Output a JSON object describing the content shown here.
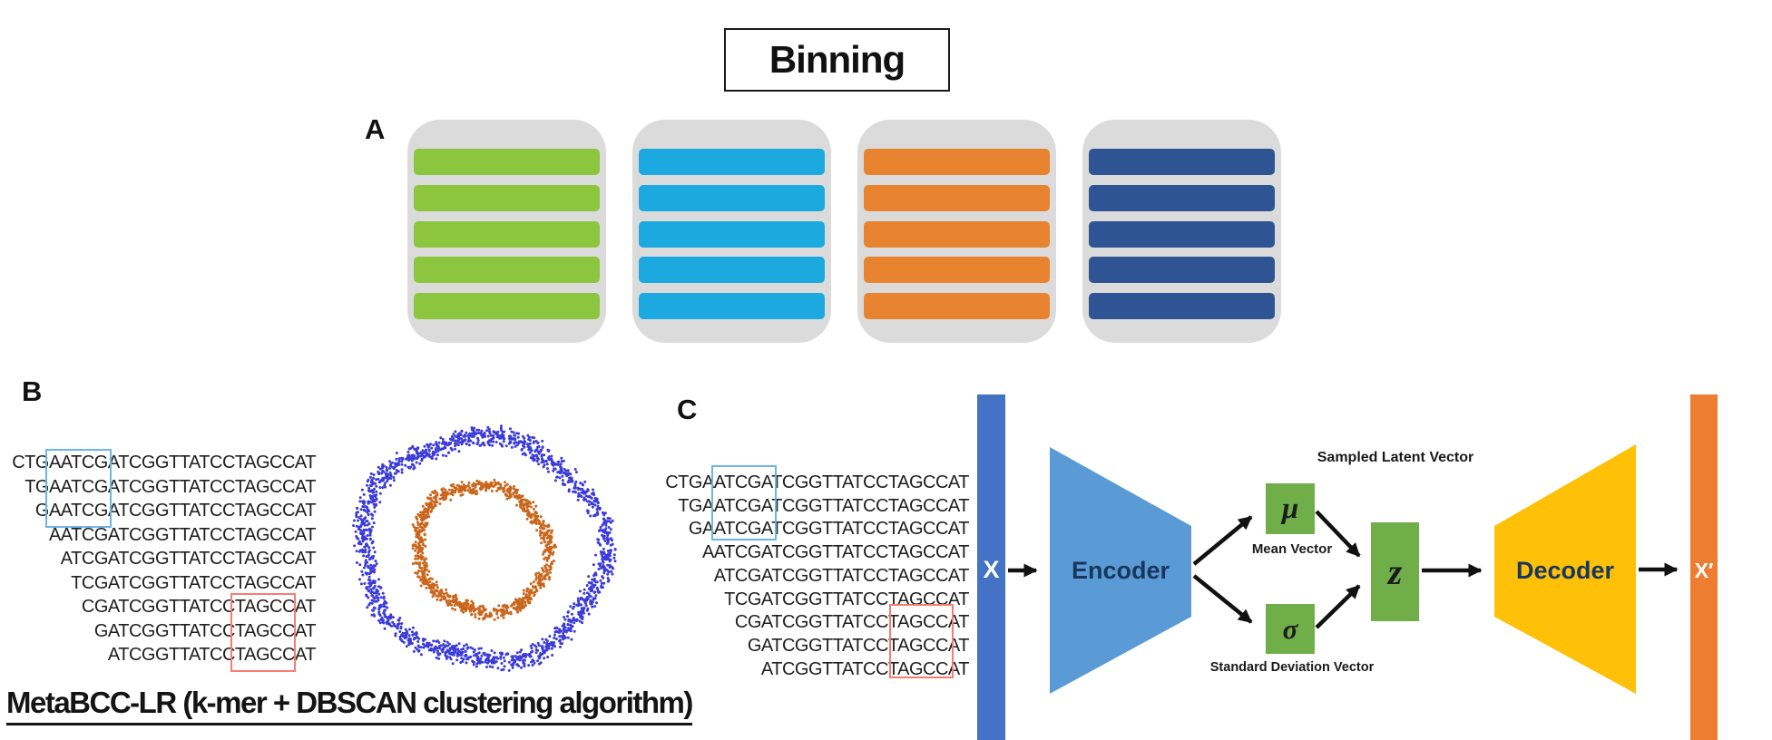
{
  "title": "Binning",
  "panel_a": {
    "label": "A",
    "bin_background": "#DBDBDB",
    "bars_per_bin": 5,
    "bins": [
      {
        "name": "green-bin",
        "bar_color": "#8CC63E"
      },
      {
        "name": "blue-bin",
        "bar_color": "#1BA9E0"
      },
      {
        "name": "orange-bin",
        "bar_color": "#E8842F"
      },
      {
        "name": "navy-bin",
        "bar_color": "#2E5493"
      }
    ]
  },
  "reads": [
    "CTGAATCGATCGGTTATCCTAGCCAT",
    "TGAATCGATCGGTTATCCTAGCCAT",
    "GAATCGATCGGTTATCCTAGCCAT",
    "AATCGATCGGTTATCCTAGCCAT",
    "ATCGATCGGTTATCCTAGCCAT",
    "TCGATCGGTTATCCTAGCCAT",
    "CGATCGGTTATCCTAGCCAT",
    "GATCGGTTATCCTAGCCAT",
    "ATCGGTTATCCTAGCCAT"
  ],
  "kmer_highlights": [
    {
      "kmer": "AATCG",
      "rows": "1-3",
      "box_color": "#6CB5E5"
    },
    {
      "kmer": "TAGCC",
      "rows": "7-9",
      "box_color": "#F87B72"
    }
  ],
  "panel_b": {
    "label": "B",
    "caption": "MetaBCC-LR (k-mer + DBSCAN clustering algorithm)",
    "scatter": {
      "type": "scatter",
      "description": "Two concentric ring clusters (DBSCAN result)",
      "outer_cluster": {
        "color": "#3B3BD8",
        "points": 1700,
        "radius": 128,
        "spread": 13
      },
      "inner_cluster": {
        "color": "#C9661C",
        "points": 1000,
        "radius": 71,
        "spread": 9
      },
      "seed": 7
    }
  },
  "panel_c": {
    "label": "C",
    "input_label": "X",
    "output_label": "X′",
    "encoder_label": "Encoder",
    "decoder_label": "Decoder",
    "mu_symbol": "μ",
    "sigma_symbol": "σ",
    "z_symbol": "z",
    "mean_caption": "Mean Vector",
    "std_caption": "Standard Deviation Vector",
    "sampled_caption": "Sampled Latent Vector",
    "colors": {
      "input_bar": "#4472C4",
      "encoder": "#5B9BD5",
      "decoder": "#FFC008",
      "output_bar": "#ED7D31",
      "latent_box": "#6FAE49",
      "diagram_text": "#17375E",
      "arrow": "#111111"
    }
  }
}
